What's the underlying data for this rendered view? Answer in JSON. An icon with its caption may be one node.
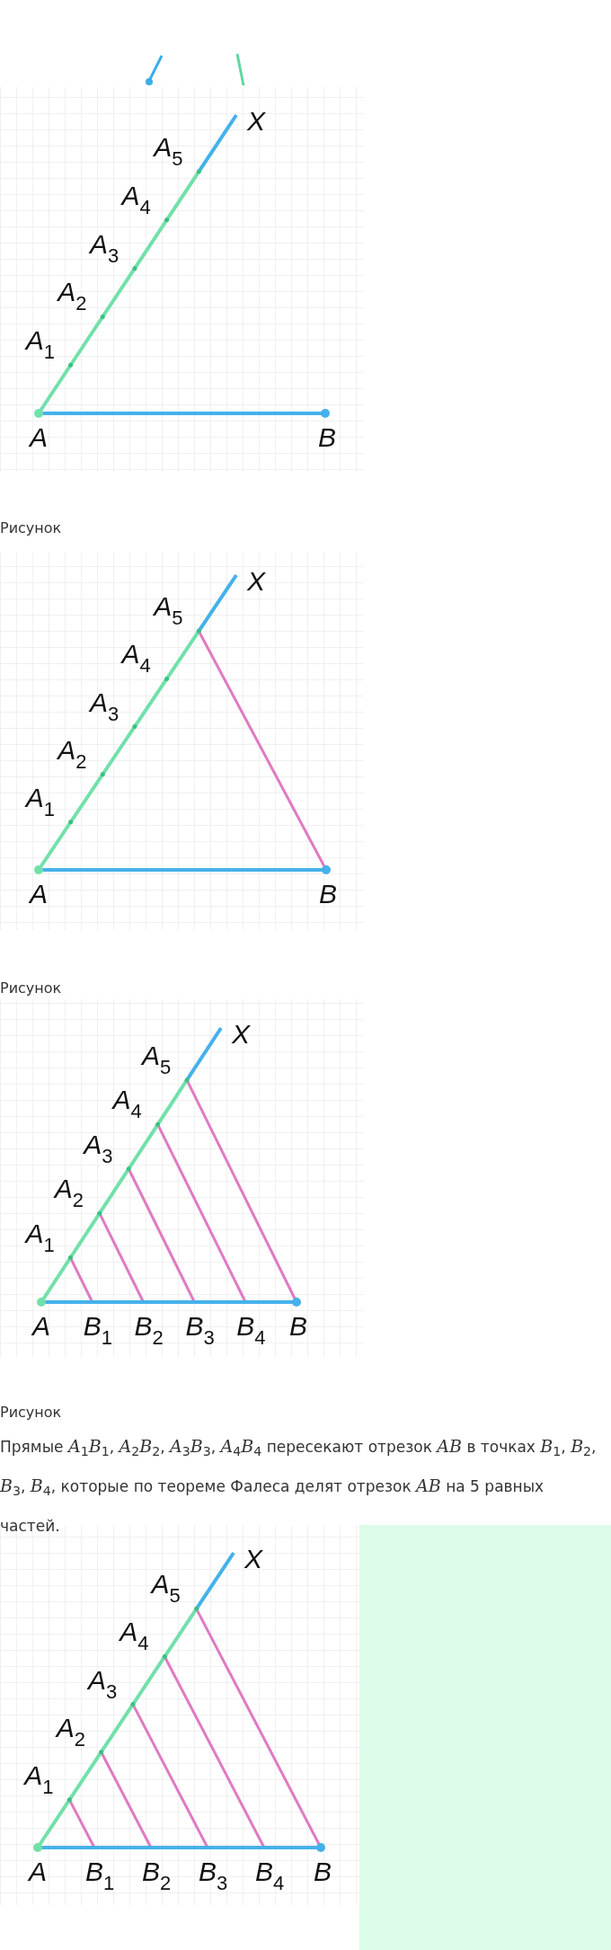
{
  "diagram": {
    "labels": [
      "X",
      "A$_{5}$",
      "A$_{4}$",
      "A$_{3}$",
      "A$_{2}$",
      "A$_{1}$",
      "A",
      "B",
      "Рисунок",
      "X",
      "A$_{5}$",
      "A$_{4}$",
      "A$_{3}$",
      "A$_{2}$",
      "A$_{1}$",
      "A",
      "B",
      "Рисунок",
      "X",
      "A$_{5}$",
      "A$_{4}$",
      "A$_{3}$",
      "A$_{2}$",
      "A$_{1}$",
      "A",
      "B$_{1}$",
      "B$_{2}$",
      "B$_{3}$",
      "B$_{4}$",
      "B",
      "Рисунок",
      "Прямые *A*$_{1}$*B*$_{1}$, *A*$_{2}$*B*$_{2}$, *A*$_{3}$*B*$_{3}$, *A*$_{4}$*B*$_{4}$ пересекают отрезок *AB* в точках *B*$_{1}$, *B*$_{2}$, *B*$_{3}$, *B*$_{4}$, которые по теореме Фалеса делят отрезок *AB* на 5 равных частей.",
      "X",
      "A$_{5}$",
      "A$_{4}$",
      "A$_{3}$",
      "A$_{2}$",
      "A$_{1}$",
      "A",
      "B$_{1}$",
      "B$_{2}$",
      "B$_{3}$",
      "B$_{4}$",
      "B"
    ]
  }
}
